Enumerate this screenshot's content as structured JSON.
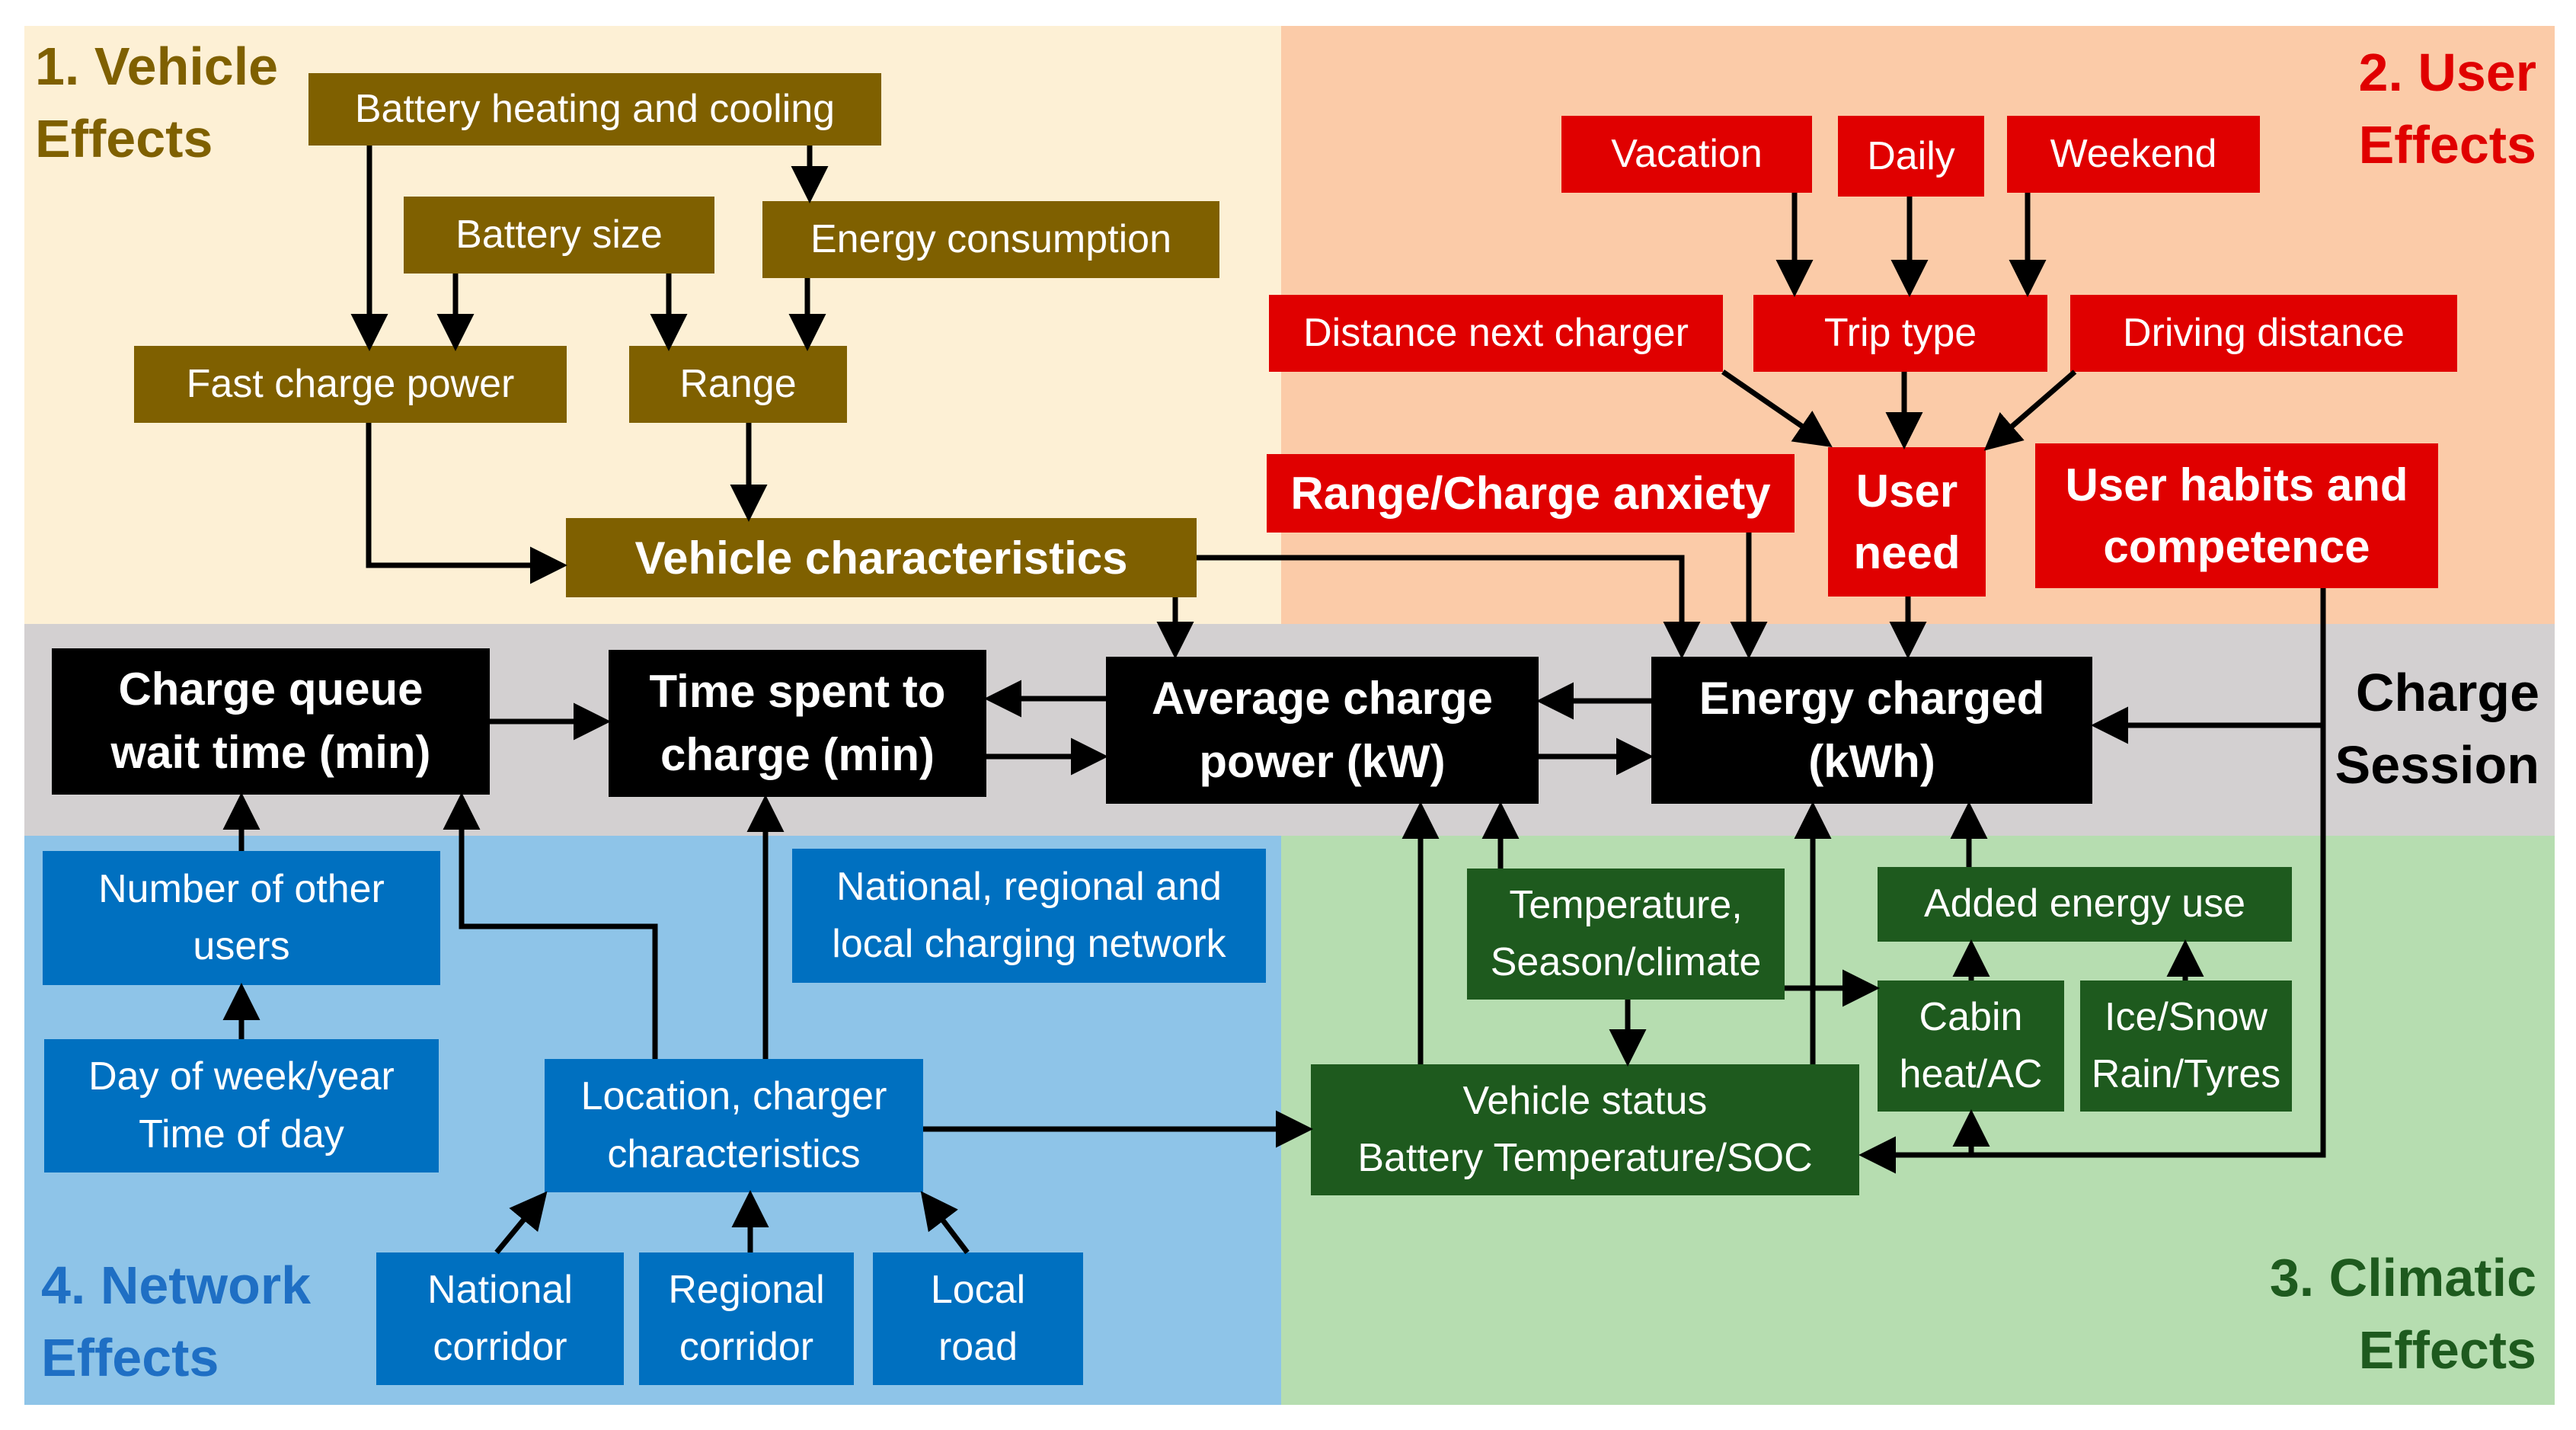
{
  "regions": {
    "vehicle": {
      "label": "1. Vehicle\nEffects",
      "color": "#fdf0d5"
    },
    "user": {
      "label": "2. User\nEffects",
      "color": "#fbcba8"
    },
    "session": {
      "label": "Charge\nSession",
      "color": "#d3d0d1"
    },
    "climatic": {
      "label": "3. Climatic\nEffects",
      "color": "#b6ddb0"
    },
    "network": {
      "label": "4. Network\nEffects",
      "color": "#8ec4e8"
    }
  },
  "vehicle": {
    "battery_heating": "Battery heating and cooling",
    "battery_size": "Battery size",
    "energy_consumption": "Energy consumption",
    "fast_charge_power": "Fast charge power",
    "range": "Range",
    "characteristics": "Vehicle characteristics"
  },
  "user": {
    "vacation": "Vacation",
    "daily": "Daily",
    "weekend": "Weekend",
    "distance_next_charger": "Distance next charger",
    "trip_type": "Trip type",
    "driving_distance": "Driving distance",
    "range_anxiety": "Range/Charge anxiety",
    "user_need": "User\nneed",
    "habits": "User habits and\ncompetence"
  },
  "session": {
    "queue": "Charge queue\nwait time (min)",
    "time_spent": "Time spent to\ncharge (min)",
    "avg_power": "Average charge\npower (kW)",
    "energy": "Energy charged\n(kWh)"
  },
  "network": {
    "other_users": "Number of other\nusers",
    "day_of_week": "Day of week/year\nTime of day",
    "charging_network": "National, regional and\nlocal charging network",
    "location": "Location, charger\ncharacteristics",
    "national": "National\ncorridor",
    "regional": "Regional\ncorridor",
    "local": "Local\nroad"
  },
  "climatic": {
    "temperature": "Temperature,\nSeason/climate",
    "added_energy": "Added energy use",
    "cabin": "Cabin\nheat/AC",
    "ice": "Ice/Snow\nRain/Tyres",
    "vehicle_status": "Vehicle status\nBattery Temperature/SOC"
  },
  "colors": {
    "vehicle_box": "#7f6000",
    "user_box": "#e00000",
    "network_box": "#0070c0",
    "climatic_box": "#1e5a1e",
    "session_box": "#000000",
    "vehicle_label": "#7f6000",
    "user_label": "#e00000",
    "network_label": "#1f6fc4",
    "climatic_label": "#1e5a1e",
    "session_label": "#000000"
  }
}
